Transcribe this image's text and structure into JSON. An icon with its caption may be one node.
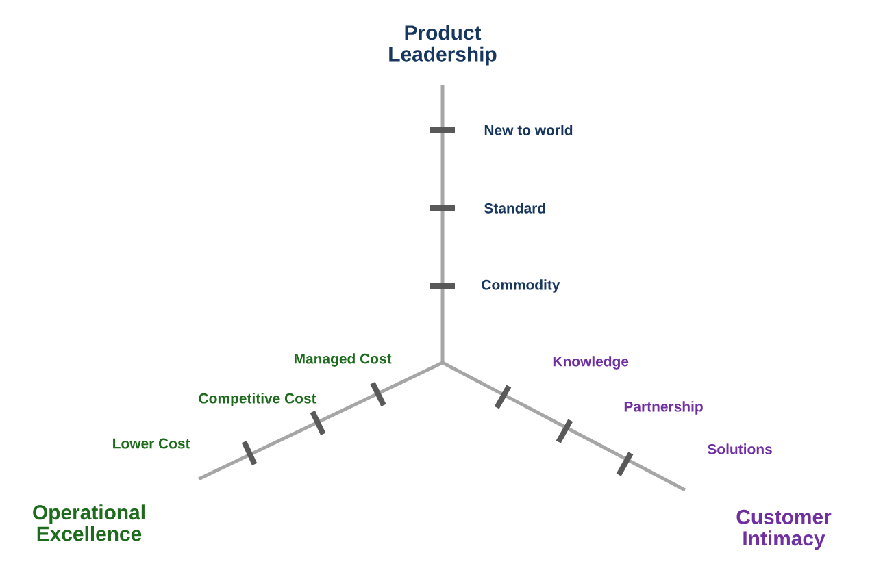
{
  "diagram": {
    "labels": [
      "Product Leadership",
      "New to world",
      "Standard",
      "Commodity",
      "Managed Cost",
      "Knowledge",
      "Competitive Cost",
      "Partnership",
      "Lower Cost",
      "Solutions",
      "Operational Excellence",
      "Customer Intimacy"
    ]
  }
}
